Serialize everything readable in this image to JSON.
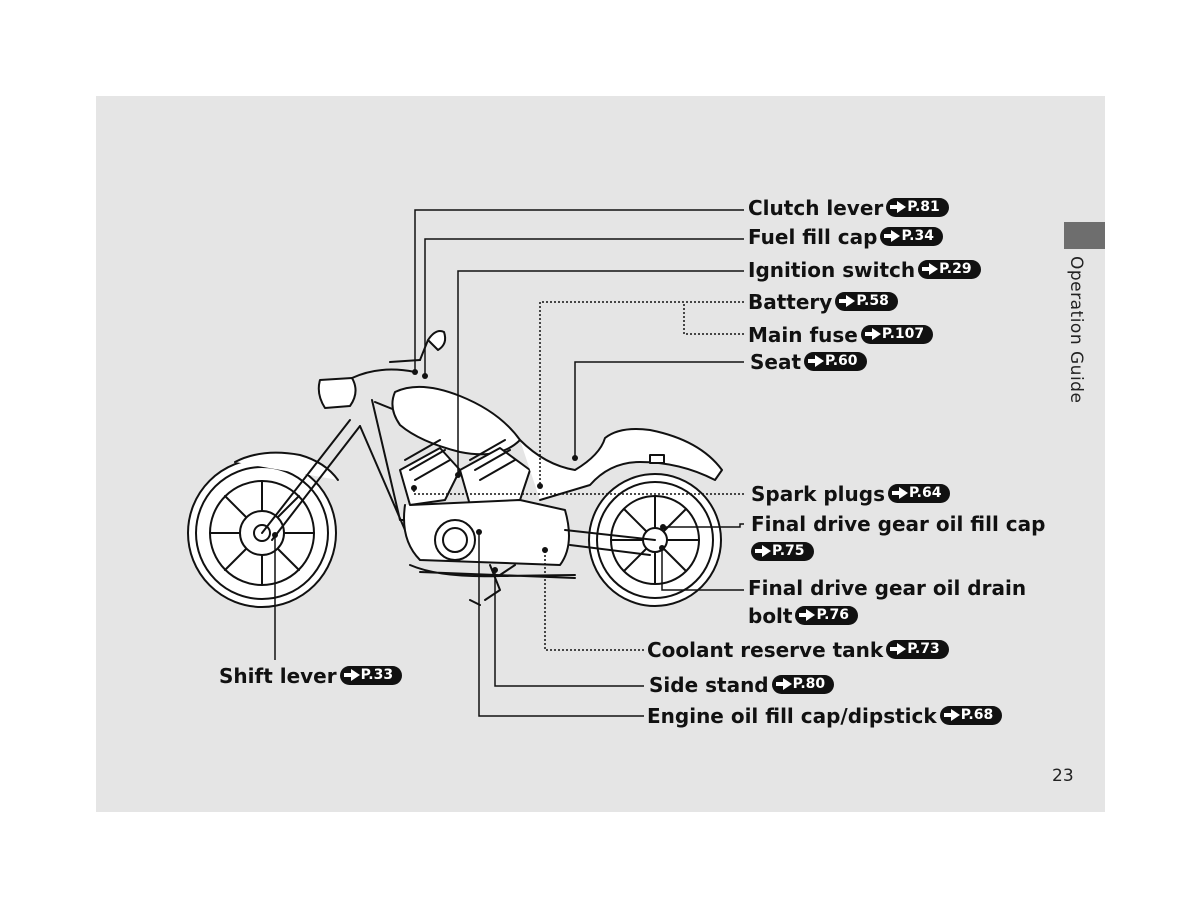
{
  "side_title": "Operation Guide",
  "page_number": "23",
  "labels": [
    {
      "id": "clutch-lever",
      "text": "Clutch lever",
      "ref": "P.81"
    },
    {
      "id": "fuel-fill-cap",
      "text": "Fuel fill cap",
      "ref": "P.34"
    },
    {
      "id": "ignition-switch",
      "text": "Ignition switch",
      "ref": "P.29"
    },
    {
      "id": "battery",
      "text": "Battery",
      "ref": "P.58"
    },
    {
      "id": "main-fuse",
      "text": "Main fuse",
      "ref": "P.107"
    },
    {
      "id": "seat",
      "text": "Seat",
      "ref": "P.60"
    },
    {
      "id": "spark-plugs",
      "text": "Spark plugs",
      "ref": "P.64"
    },
    {
      "id": "final-drive-gear-oil-fill-cap",
      "text": "Final drive gear oil fill cap",
      "ref": "P.75"
    },
    {
      "id": "final-drive-gear-oil-drain-bolt",
      "text": "Final drive gear oil drain",
      "text2": "bolt",
      "ref": "P.76"
    },
    {
      "id": "coolant-reserve-tank",
      "text": "Coolant reserve tank",
      "ref": "P.73"
    },
    {
      "id": "side-stand",
      "text": "Side stand",
      "ref": "P.80"
    },
    {
      "id": "engine-oil-fill-cap-dipstick",
      "text": "Engine oil fill cap/dipstick",
      "ref": "P.68"
    },
    {
      "id": "shift-lever",
      "text": "Shift lever",
      "ref": "P.33"
    }
  ]
}
